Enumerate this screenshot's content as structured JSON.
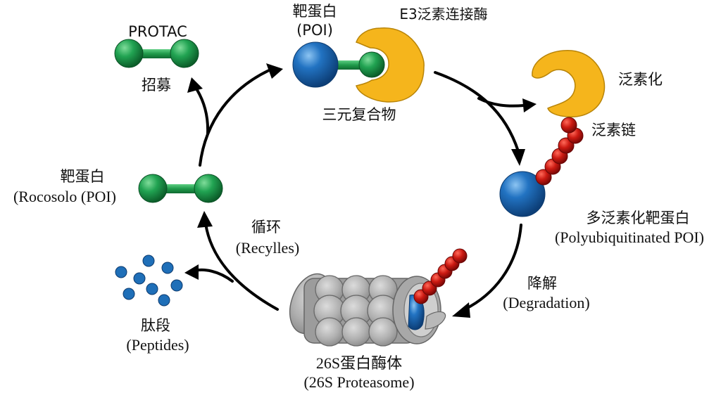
{
  "title": "PROTAC mechanism cycle",
  "colors": {
    "protac_green": "#1f9a4a",
    "poi_blue": "#1f6fb8",
    "e3_yellow": "#f5b51c",
    "ubiquitin_red": "#c81414",
    "proteasome_gray": "#a9a9a9",
    "arrow": "#000000"
  },
  "labels": {
    "protac": "PROTAC",
    "recruit": "招募",
    "poi_top_cn": "靶蛋白",
    "poi_top_en": "(POI)",
    "e3": "E3泛素连接酶",
    "ternary": "三元复合物",
    "ubiquitination": "泛素化",
    "ub_chain": "泛素链",
    "polyub_cn": "多泛素化靶蛋白",
    "polyub_en": "(Polyubiquitinated POI)",
    "degradation_cn": "降解",
    "degradation_en": "(Degradation)",
    "proteasome_cn": "26S蛋白酶体",
    "proteasome_en": "(26S Proteasome)",
    "peptides_cn": "肽段",
    "peptides_en": "(Peptides)",
    "recycle_cn": "循环",
    "recycle_en": "(Recylles)",
    "poi_left_cn": "靶蛋白",
    "poi_left_en": "(Rocosolo (POI)"
  }
}
